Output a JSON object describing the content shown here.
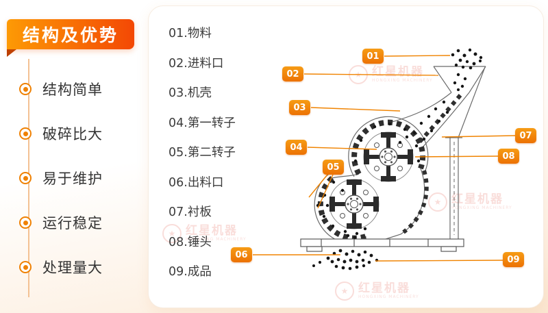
{
  "banner": {
    "title": "结构及优势"
  },
  "advantages": {
    "items": [
      {
        "label": "结构简单"
      },
      {
        "label": "破碎比大"
      },
      {
        "label": "易于维护"
      },
      {
        "label": "运行稳定"
      },
      {
        "label": "处理量大"
      }
    ]
  },
  "parts": {
    "items": [
      {
        "label": "01.物料"
      },
      {
        "label": "02.进料口"
      },
      {
        "label": "03.机壳"
      },
      {
        "label": "04.第一转子"
      },
      {
        "label": "05.第二转子"
      },
      {
        "label": "06.出料口"
      },
      {
        "label": "07.衬板"
      },
      {
        "label": "08.锤头"
      },
      {
        "label": "09.成品"
      }
    ]
  },
  "callouts": {
    "labels": [
      "01",
      "02",
      "03",
      "04",
      "05",
      "06",
      "07",
      "08",
      "09"
    ]
  },
  "watermark": {
    "name": "红星机器",
    "subname": "HONGXING MACHINERY"
  },
  "colors": {
    "accent": "#f08300",
    "banner_gradient_start": "#fd9a05",
    "banner_gradient_end": "#f34805",
    "text_dark": "#333333",
    "watermark_red": "#e6695c"
  }
}
